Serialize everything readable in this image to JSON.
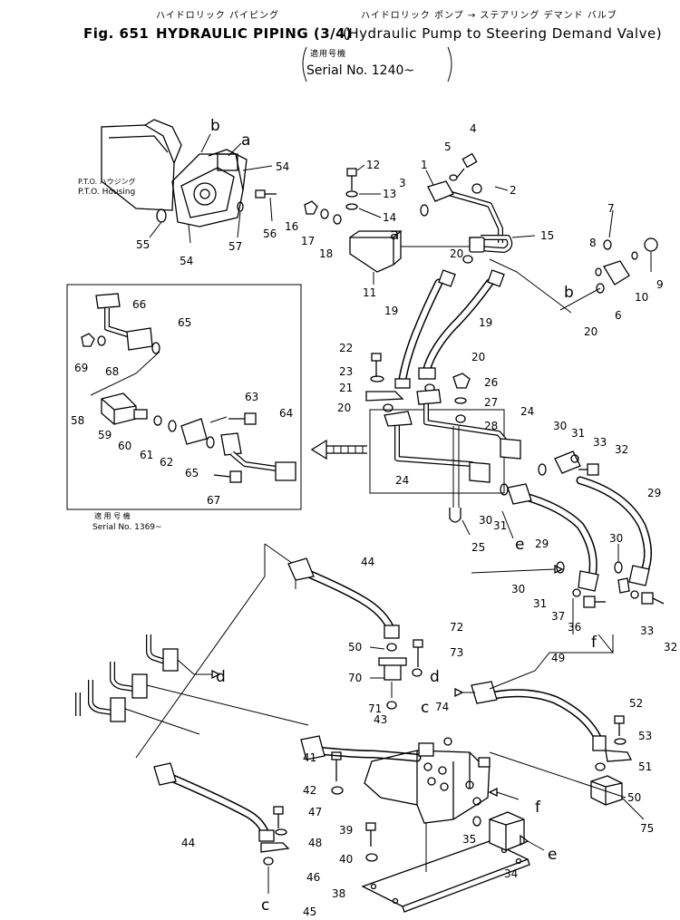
{
  "header": {
    "jp_title": "ハイドロリック パイピング",
    "jp_subtitle": "ハイドロリック ポンプ → ステアリング デマンド バルブ",
    "fig_label": "Fig. 651",
    "title": "HYDRAULIC PIPING (3/4)",
    "subtitle": "(Hydraulic Pump to Steering Demand Valve)",
    "serial_jp": "適用号機",
    "serial": "Serial No. 1240~"
  },
  "notes": {
    "pto_jp": "P.T.O. ハウジング",
    "pto_en": "P.T.O. Housing",
    "inset_serial_jp": "適 用 号 機",
    "inset_serial_en": "Serial No. 1369~"
  },
  "callouts": [
    "1",
    "2",
    "3",
    "4",
    "5",
    "6",
    "7",
    "8",
    "9",
    "10",
    "11",
    "12",
    "13",
    "14",
    "15",
    "16",
    "17",
    "18",
    "19",
    "19",
    "20",
    "20",
    "20",
    "20",
    "21",
    "22",
    "23",
    "24",
    "24",
    "25",
    "26",
    "27",
    "28",
    "29",
    "29",
    "30",
    "30",
    "30",
    "30",
    "31",
    "31",
    "31",
    "32",
    "32",
    "33",
    "33",
    "34",
    "35",
    "36",
    "37",
    "38",
    "39",
    "40",
    "41",
    "42",
    "43",
    "44",
    "44",
    "45",
    "46",
    "47",
    "48",
    "49",
    "50",
    "50",
    "51",
    "52",
    "53",
    "54",
    "54",
    "55",
    "56",
    "57",
    "58",
    "59",
    "60",
    "61",
    "62",
    "63",
    "64",
    "65",
    "65",
    "66",
    "67",
    "68",
    "69",
    "70",
    "71",
    "72",
    "73",
    "74",
    "75"
  ],
  "letters": [
    "a",
    "a",
    "b",
    "b",
    "c",
    "c",
    "d",
    "d",
    "e",
    "e",
    "f",
    "f"
  ]
}
